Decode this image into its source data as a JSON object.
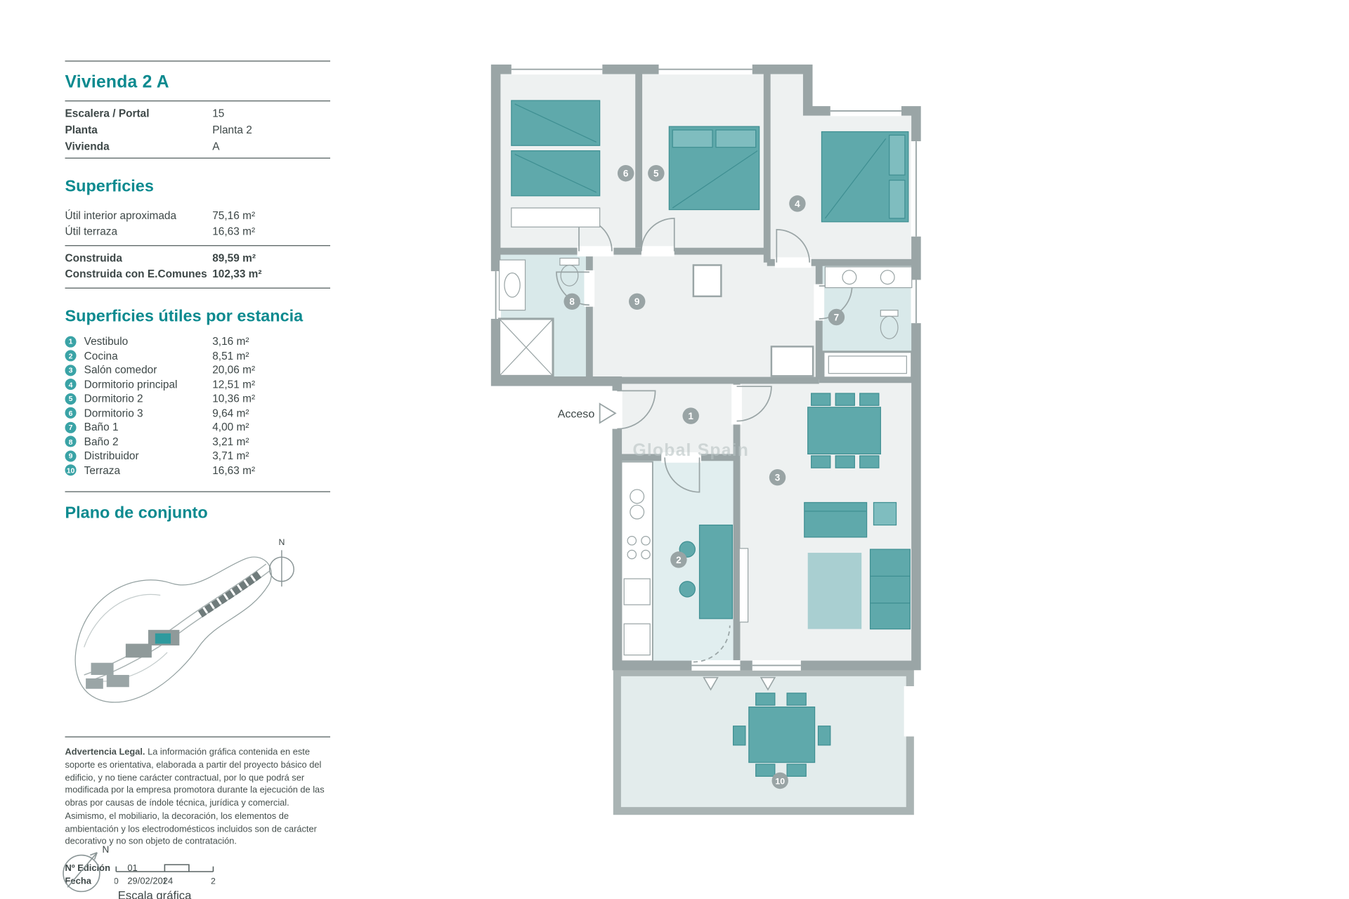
{
  "document": {
    "unit": {
      "title": "Vivienda 2 A",
      "details": [
        {
          "label": "Escalera / Portal",
          "value": "15"
        },
        {
          "label": "Planta",
          "value": "Planta 2"
        },
        {
          "label": "Vivienda",
          "value": "A"
        }
      ]
    },
    "superficies": {
      "heading": "Superficies",
      "rows": [
        {
          "label": "Útil interior aproximada",
          "value": "75,16 m²"
        },
        {
          "label": "Útil terraza",
          "value": "16,63 m²"
        }
      ],
      "totals": [
        {
          "label": "Construida",
          "value": "89,59 m²"
        },
        {
          "label": "Construida con E.Comunes",
          "value": "102,33 m²"
        }
      ]
    },
    "estancias": {
      "heading": "Superficies útiles por estancia",
      "items": [
        {
          "num": "1",
          "label": "Vestibulo",
          "value": "3,16 m²"
        },
        {
          "num": "2",
          "label": "Cocina",
          "value": "8,51 m²"
        },
        {
          "num": "3",
          "label": "Salón comedor",
          "value": "20,06 m²"
        },
        {
          "num": "4",
          "label": "Dormitorio principal",
          "value": "12,51 m²"
        },
        {
          "num": "5",
          "label": "Dormitorio 2",
          "value": "10,36 m²"
        },
        {
          "num": "6",
          "label": "Dormitorio 3",
          "value": "9,64 m²"
        },
        {
          "num": "7",
          "label": "Baño 1",
          "value": "4,00 m²"
        },
        {
          "num": "8",
          "label": "Baño 2",
          "value": "3,21 m²"
        },
        {
          "num": "9",
          "label": "Distribuidor",
          "value": "3,71 m²"
        },
        {
          "num": "10",
          "label": "Terraza",
          "value": "16,63 m²"
        }
      ]
    },
    "plano_conjunto": {
      "heading": "Plano de conjunto",
      "north_label": "N"
    },
    "legal": {
      "title": "Advertencia Legal.",
      "body": "La información gráfica contenida en este soporte es orientativa, elaborada a partir del proyecto básico del edificio, y no tiene carácter contractual, por lo que podrá ser modificada por la empresa promotora durante la ejecución de las obras por causas de índole técnica, jurídica y comercial. Asimismo, el mobiliario, la decoración, los elementos de ambientación y los electrodomésticos incluidos son de carácter decorativo y no son objeto de contratación."
    },
    "edition": [
      {
        "label": "Nº Edición",
        "value": "01"
      },
      {
        "label": "Fecha",
        "value": "29/02/2024"
      }
    ],
    "scale_bar": {
      "labels": [
        "0",
        "1",
        "2"
      ],
      "caption": "Escala gráfica",
      "north_label": "N"
    }
  },
  "floorplan": {
    "acceso_label": "Acceso",
    "watermark": "Global Spain",
    "rooms": [
      "1",
      "2",
      "3",
      "4",
      "5",
      "6",
      "7",
      "8",
      "9",
      "10"
    ]
  },
  "colors": {
    "accent_teal": "#0c8a8f",
    "list_badge_teal": "#3aa3a6",
    "furniture_teal": "#5fa9ab",
    "wall_gray": "#9aa5a6",
    "bath_floor": "#d9e9ea",
    "room_floor": "#eef1f1"
  }
}
